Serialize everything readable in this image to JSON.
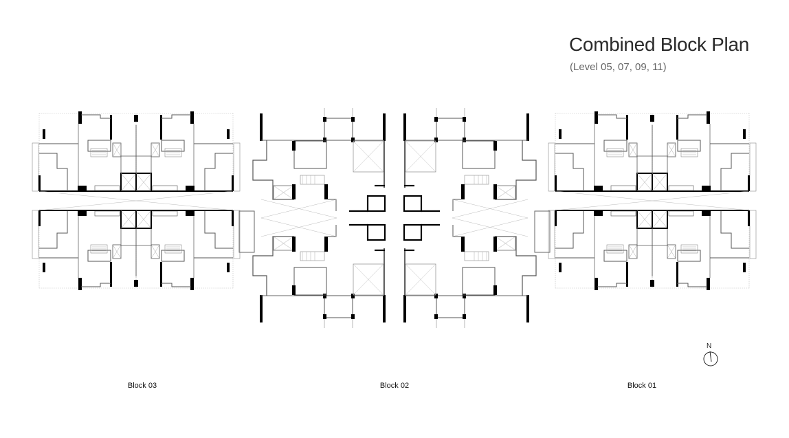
{
  "header": {
    "title": "Combined Block Plan",
    "subtitle": "(Level 05, 07, 09, 11)"
  },
  "blocks": [
    {
      "label": "Block 03"
    },
    {
      "label": "Block 02"
    },
    {
      "label": "Block 01"
    }
  ],
  "compass": {
    "label": "N",
    "icon": "north-arrow-icon"
  },
  "colors": {
    "wall": "#000000",
    "line": "#555555",
    "thin": "#999999",
    "text": "#2a2a2a"
  }
}
